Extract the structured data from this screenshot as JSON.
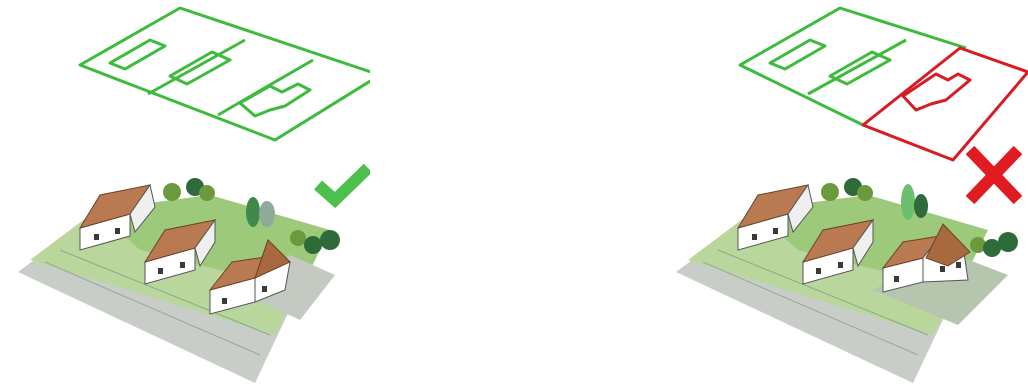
{
  "colors": {
    "ok_outline": "#3dbb3d",
    "bad_outline": "#d61d24",
    "check": "#4cbf4c",
    "cross": "#e01b22",
    "grass": "#9dc97a",
    "grass_light": "#b9d79c",
    "pavement": "#c9cdc8",
    "roof": "#b97a52",
    "wall": "#ffffff",
    "tree": "#2f6a3b"
  },
  "panels": [
    {
      "id": "correct",
      "verdict": "acceptable",
      "mark_icon": "check-icon",
      "extension_outline": "green"
    },
    {
      "id": "incorrect",
      "verdict": "not-acceptable",
      "mark_icon": "cross-icon",
      "extension_outline": "red"
    }
  ]
}
